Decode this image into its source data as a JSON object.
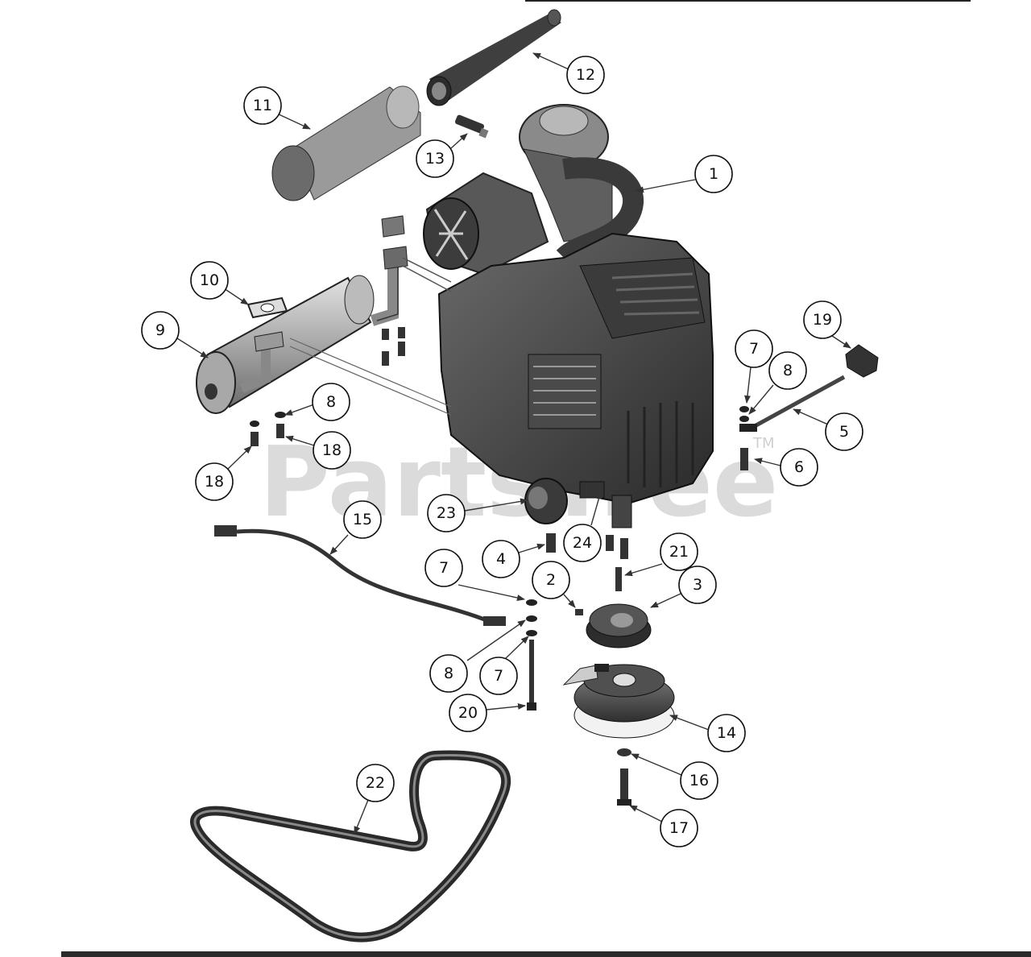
{
  "watermark": {
    "text": "PartsTree",
    "tm": "TM"
  },
  "callouts": [
    "1",
    "2",
    "3",
    "4",
    "5",
    "6",
    "7",
    "7",
    "7",
    "8",
    "8",
    "8",
    "9",
    "10",
    "11",
    "12",
    "13",
    "14",
    "15",
    "16",
    "17",
    "18",
    "18",
    "19",
    "20",
    "21",
    "22",
    "23",
    "24"
  ]
}
